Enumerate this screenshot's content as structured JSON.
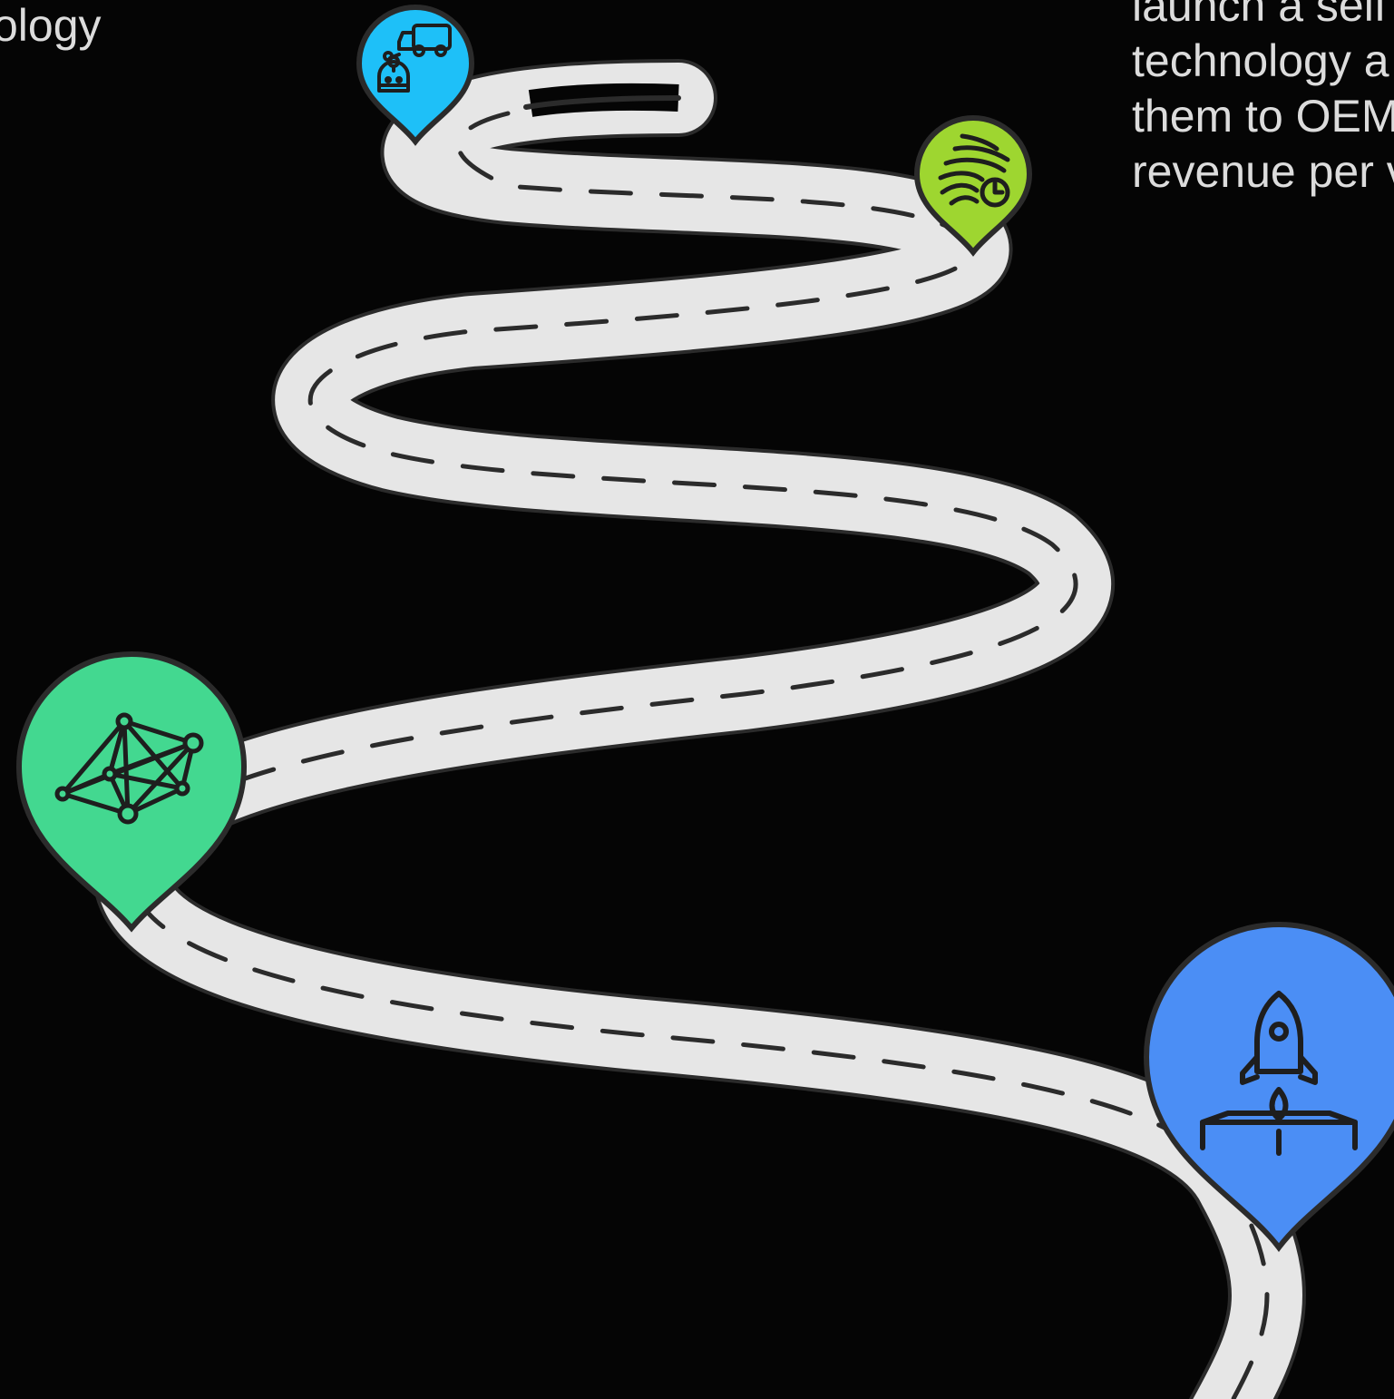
{
  "left_text": {
    "lines": [
      "ology"
    ]
  },
  "right_text": {
    "lines": [
      "launch a self",
      "technology a",
      "them to OEM",
      "revenue per v"
    ]
  },
  "pins": [
    {
      "name": "pin-autonomous-delivery",
      "icon": "delivery-robot-truck-icon",
      "color": "#1ec0f8"
    },
    {
      "name": "pin-speed",
      "icon": "speed-wind-gauge-icon",
      "color": "#9ed630"
    },
    {
      "name": "pin-network",
      "icon": "network-mesh-icon",
      "color": "#43d890"
    },
    {
      "name": "pin-launch",
      "icon": "rocket-launch-icon",
      "color": "#4b8ef5"
    }
  ],
  "colors": {
    "background": "#050505",
    "road": "#e6e6e6",
    "outline": "#2b2b2b",
    "text": "#dcdcdc"
  }
}
